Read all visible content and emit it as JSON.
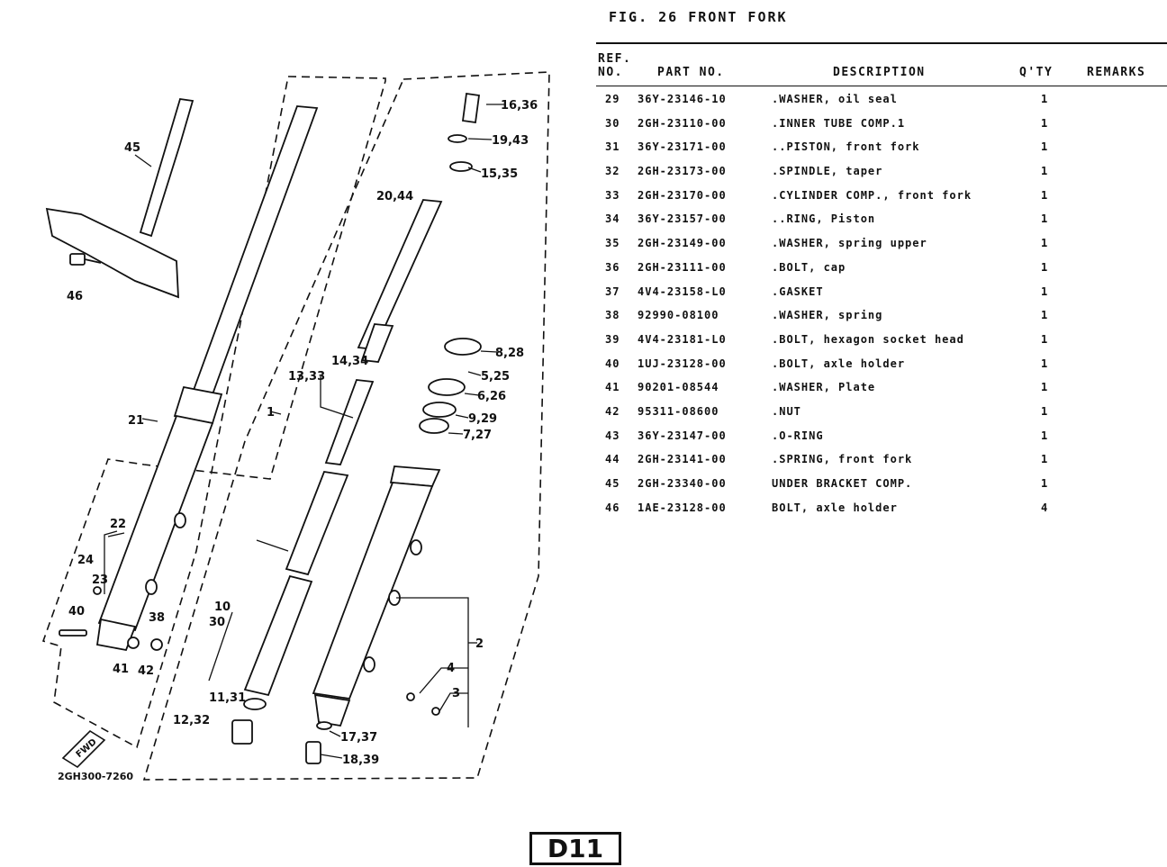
{
  "figure": {
    "title": "FIG. 26   FRONT FORK"
  },
  "table": {
    "headers": {
      "ref": "REF.",
      "no": "NO.",
      "part_no": "PART NO.",
      "description": "DESCRIPTION",
      "qty": "Q'TY",
      "remarks": "REMARKS"
    },
    "rows": [
      {
        "ref": "29",
        "part": "36Y-23146-10",
        "desc": ".WASHER, oil seal",
        "qty": "1"
      },
      {
        "ref": "30",
        "part": "2GH-23110-00",
        "desc": ".INNER TUBE COMP.1",
        "qty": "1"
      },
      {
        "ref": "31",
        "part": "36Y-23171-00",
        "desc": "..PISTON, front fork",
        "qty": "1"
      },
      {
        "ref": "32",
        "part": "2GH-23173-00",
        "desc": ".SPINDLE, taper",
        "qty": "1"
      },
      {
        "ref": "33",
        "part": "2GH-23170-00",
        "desc": ".CYLINDER COMP., front fork",
        "qty": "1"
      },
      {
        "ref": "34",
        "part": "36Y-23157-00",
        "desc": "..RING, Piston",
        "qty": "1"
      },
      {
        "ref": "35",
        "part": "2GH-23149-00",
        "desc": ".WASHER, spring upper",
        "qty": "1"
      },
      {
        "ref": "36",
        "part": "2GH-23111-00",
        "desc": ".BOLT, cap",
        "qty": "1"
      },
      {
        "ref": "37",
        "part": "4V4-23158-L0",
        "desc": ".GASKET",
        "qty": "1"
      },
      {
        "ref": "38",
        "part": "92990-08100",
        "desc": ".WASHER, spring",
        "qty": "1"
      },
      {
        "ref": "39",
        "part": "4V4-23181-L0",
        "desc": ".BOLT, hexagon socket head",
        "qty": "1"
      },
      {
        "ref": "40",
        "part": "1UJ-23128-00",
        "desc": ".BOLT, axle holder",
        "qty": "1"
      },
      {
        "ref": "41",
        "part": "90201-08544",
        "desc": ".WASHER, Plate",
        "qty": "1"
      },
      {
        "ref": "42",
        "part": "95311-08600",
        "desc": ".NUT",
        "qty": "1"
      },
      {
        "ref": "43",
        "part": "36Y-23147-00",
        "desc": ".O-RING",
        "qty": "1"
      },
      {
        "ref": "44",
        "part": "2GH-23141-00",
        "desc": ".SPRING, front fork",
        "qty": "1"
      },
      {
        "ref": "45",
        "part": "2GH-23340-00",
        "desc": "UNDER BRACKET COMP.",
        "qty": "1"
      },
      {
        "ref": "46",
        "part": "1AE-23128-00",
        "desc": "BOLT, axle holder",
        "qty": "4"
      }
    ]
  },
  "diagram": {
    "drawing_number": "2GH300-7260",
    "callouts": [
      "45",
      "46",
      "21",
      "22",
      "24",
      "23",
      "40",
      "38",
      "41",
      "42",
      "1",
      "10",
      "30",
      "11,31",
      "12,32",
      "13,33",
      "14,34",
      "16,36",
      "19,43",
      "15,35",
      "20,44",
      "8,28",
      "5,25",
      "6,26",
      "9,29",
      "7,27",
      "2",
      "4",
      "3",
      "17,37",
      "18,39"
    ],
    "fwd_label": "FWD"
  },
  "page": {
    "code": "D11"
  }
}
